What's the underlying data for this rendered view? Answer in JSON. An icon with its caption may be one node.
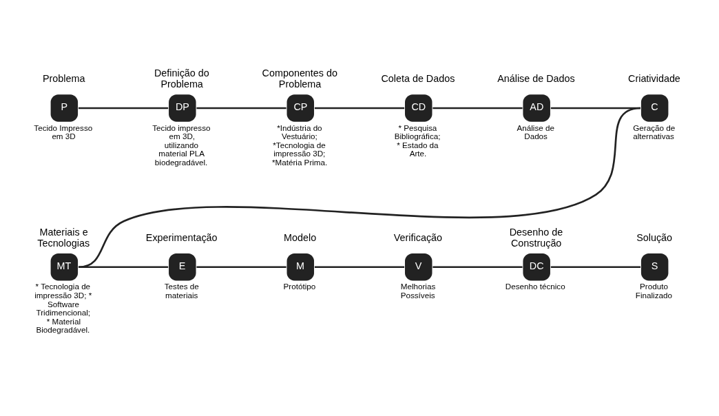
{
  "diagram": {
    "nodes": [
      {
        "text": [
          "Problema",
          "P"
        ],
        "beside": [
          "Tecido Impresso em 3D"
        ]
      },
      {
        "text": [
          "Definição do Problema",
          "DP"
        ],
        "beside": [
          "Tecido impresso em 3D, utilizando material PLA biodegradável."
        ]
      },
      {
        "text": [
          "Componentes do Problema",
          "CP"
        ],
        "beside": [
          "*Indústria do Vestuário; *Tecnologia de impressão 3D; *Matéria Prima."
        ]
      },
      {
        "text": [
          "Coleta de Dados",
          "CD"
        ],
        "beside": [
          "* Pesquisa Bibliográfica; * Estado da Arte."
        ]
      },
      {
        "text": [
          "Análise de Dados",
          "AD"
        ],
        "beside": [
          "Análise de Dados"
        ]
      },
      {
        "text": [
          "Criatividade",
          "C"
        ],
        "beside": [
          "Geração de alternativas"
        ]
      },
      {
        "text": [
          "Materiais e Tecnologias",
          "MT"
        ],
        "beside": [
          "* Tecnologia de impressão 3D; * Software Tridimencional; * Material Biodegradável."
        ]
      },
      {
        "text": [
          "Experimentação",
          "E"
        ],
        "beside": [
          "Testes de materiais"
        ]
      },
      {
        "text": [
          "Modelo",
          "M"
        ],
        "beside": [
          "Protótipo"
        ]
      },
      {
        "text": [
          "Verificação",
          "V"
        ],
        "beside": [
          "Melhorias Possíveis"
        ]
      },
      {
        "text": [
          "Desenho de Construção",
          "DC"
        ],
        "beside": [
          "Desenho técnico"
        ]
      },
      {
        "text": [
          "Solução",
          "S"
        ],
        "beside": [
          "Produto Finalizado"
        ]
      }
    ],
    "edges": [
      {
        "from": 0,
        "to": 1,
        "arrow": "none"
      },
      {
        "from": 1,
        "to": 2,
        "arrow": "none"
      },
      {
        "from": 2,
        "to": 3,
        "arrow": "none"
      },
      {
        "from": 3,
        "to": 4,
        "arrow": "none"
      },
      {
        "from": 4,
        "to": 5,
        "arrow": "none"
      },
      {
        "from": 5,
        "to": 6,
        "arrow": "none"
      },
      {
        "from": 6,
        "to": 7,
        "arrow": "none"
      },
      {
        "from": 7,
        "to": 8,
        "arrow": "none"
      },
      {
        "from": 8,
        "to": 9,
        "arrow": "none"
      },
      {
        "from": 9,
        "to": 10,
        "arrow": "none"
      },
      {
        "from": 10,
        "to": 11,
        "arrow": "none"
      }
    ]
  }
}
